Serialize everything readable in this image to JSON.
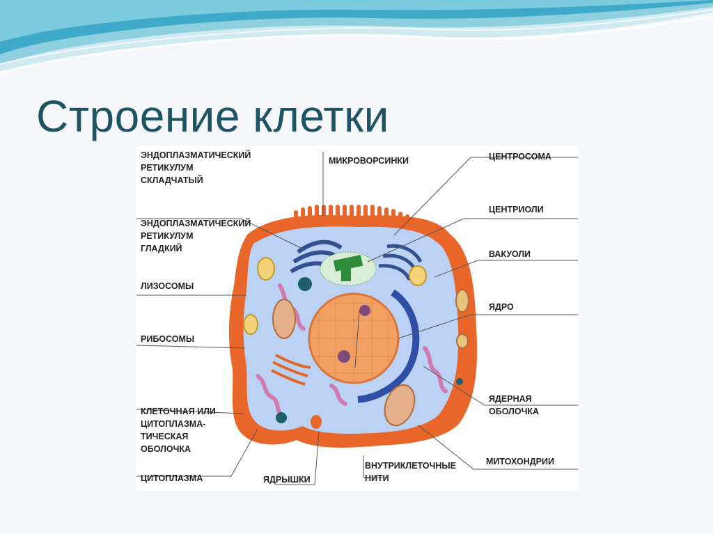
{
  "slide": {
    "title": "Строение клетки"
  },
  "figure": {
    "labels": {
      "er_rough": "ЭНДОПЛАЗМАТИЧЕСКИЙ\nРЕТИКУЛУМ\nСКЛАДЧАТЫЙ",
      "er_smooth": "ЭНДОПЛАЗМАТИЧЕСКИЙ\nРЕТИКУЛУМ\nГЛАДКИЙ",
      "lysosomes": "ЛИЗОСОМЫ",
      "ribosomes": "РИБОСОМЫ",
      "membrane": "КЛЕТОЧНАЯ ИЛИ\nЦИТОПЛАЗМА-\nТИЧЕСКАЯ\nОБОЛОЧКА",
      "cytoplasm": "ЦИТОПЛАЗМА",
      "nucleoli": "ЯДРЫШКИ",
      "microvilli": "МИКРОВОРСИНКИ",
      "filaments": "ВНУТРИКЛЕТОЧНЫЕ\nНИТИ",
      "centrosome": "ЦЕНТРОСОМА",
      "centrioles": "ЦЕНТРИОЛИ",
      "vacuoles": "ВАКУОЛИ",
      "nucleus": "ЯДРО",
      "nuclear_envelope": "ЯДЕРНАЯ\nОБОЛОЧКА",
      "mitochondria": "МИТОХОНДРИИ"
    }
  }
}
